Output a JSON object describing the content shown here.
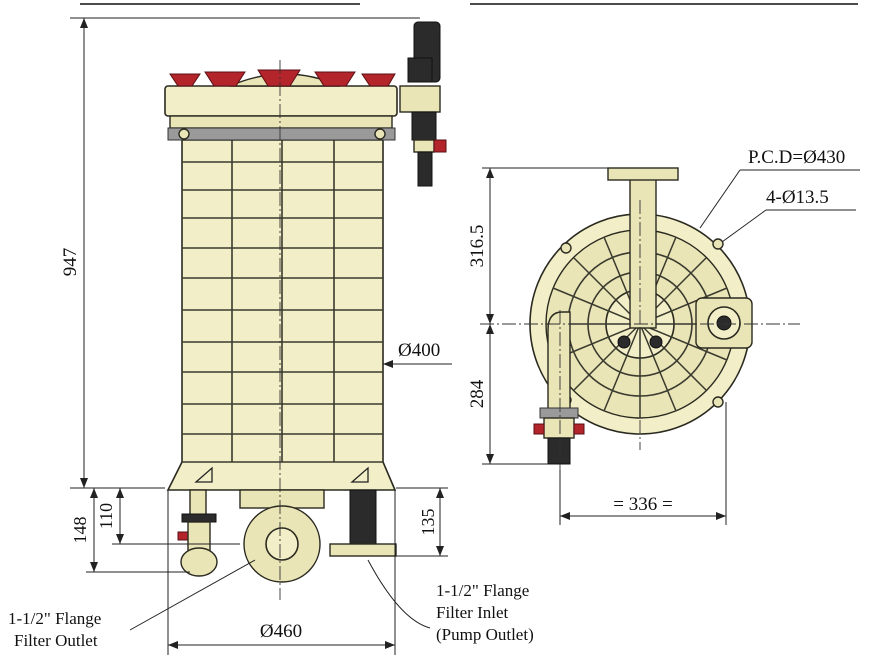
{
  "dimensions": {
    "overall_height": "947",
    "base_height_outlet": "148",
    "outlet_height": "110",
    "inlet_height": "135",
    "body_diameter": "Ø400",
    "base_width": "Ø460",
    "top_offset": "316.5",
    "bottom_offset": "284",
    "bolt_spacing": "= 336 =",
    "pcd": "P.C.D=Ø430",
    "bolt_holes": "4-Ø13.5"
  },
  "labels": {
    "outlet_line1": "1-1/2\" Flange",
    "outlet_line2": "Filter Outlet",
    "inlet_line1": "1-1/2\" Flange",
    "inlet_line2": "Filter Inlet",
    "inlet_line3": "(Pump Outlet)"
  },
  "colors": {
    "body": "#f2efc8",
    "accent_red": "#b3242b",
    "line": "#222222"
  }
}
